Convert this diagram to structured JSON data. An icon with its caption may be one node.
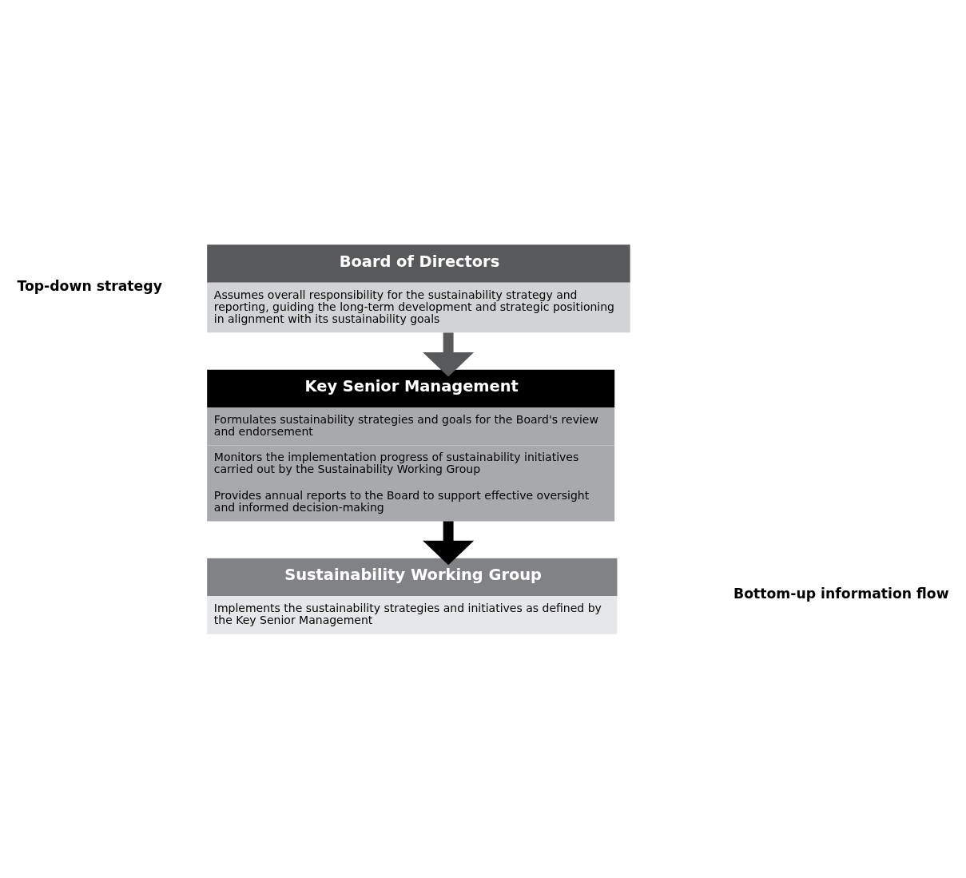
{
  "diagram": {
    "nodes": [
      {
        "text": [
          "Board of Directors",
          "Assumes overall responsibility for the sustainability strategy and reporting, guiding the long-term development and strategic positioning in alignment with its sustainability goals"
        ]
      },
      {
        "text": [
          "Key Senior Management",
          "Formulates sustainability strategies and goals for the Board's review and endorsement",
          "Monitors the implementation progress of sustainability initiatives carried out by the Sustainability Working Group",
          "Provides annual reports to the Board to support effective oversight and informed decision-making"
        ]
      },
      {
        "text": [
          "Sustainability Working Group",
          "Implements the sustainability strategies and initiatives as defined by the Key Senior Management"
        ]
      }
    ],
    "edges": [
      {
        "from": 0,
        "to": 1,
        "arrow": "to",
        "color": "#58595b"
      },
      {
        "from": 1,
        "to": 2,
        "arrow": "to",
        "color": "#000000"
      }
    ],
    "labels": [
      "Top-down strategy",
      "Bottom-up information flow"
    ]
  }
}
